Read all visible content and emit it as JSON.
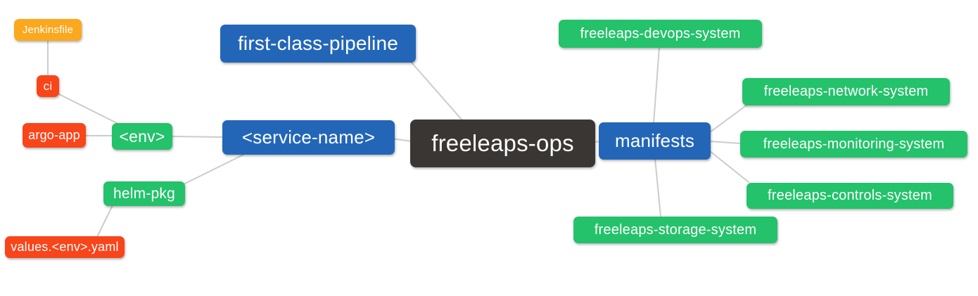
{
  "diagram": {
    "type": "mindmap",
    "root_label": "freeleaps-ops",
    "background_color": "#ffffff",
    "edge_color": "#cccccc",
    "palette": {
      "root_dark": "#3a3633",
      "branch_blue": "#2366b8",
      "leaf_green": "#24c26a",
      "leaf_red": "#f9451a",
      "leaf_orange": "#fba81e",
      "text": "#ffffff"
    },
    "nodes": [
      {
        "id": "jenkinsfile",
        "label": "Jenkinsfile",
        "color": "#fba81e"
      },
      {
        "id": "ci",
        "label": "ci",
        "color": "#f9451a"
      },
      {
        "id": "argo-app",
        "label": "argo-app",
        "color": "#f9451a"
      },
      {
        "id": "env",
        "label": "<env>",
        "color": "#24c26a"
      },
      {
        "id": "helm-pkg",
        "label": "helm-pkg",
        "color": "#24c26a"
      },
      {
        "id": "values-env-yaml",
        "label": "values.<env>.yaml",
        "color": "#f9451a"
      },
      {
        "id": "first-class-pipeline",
        "label": "first-class-pipeline",
        "color": "#2366b8"
      },
      {
        "id": "service-name",
        "label": "<service-name>",
        "color": "#2366b8"
      },
      {
        "id": "freeleaps-ops",
        "label": "freeleaps-ops",
        "color": "#3a3633"
      },
      {
        "id": "manifests",
        "label": "manifests",
        "color": "#2366b8"
      },
      {
        "id": "freeleaps-devops-system",
        "label": "freeleaps-devops-system",
        "color": "#24c26a"
      },
      {
        "id": "freeleaps-network-system",
        "label": "freeleaps-network-system",
        "color": "#24c26a"
      },
      {
        "id": "freeleaps-monitoring-system",
        "label": "freeleaps-monitoring-system",
        "color": "#24c26a"
      },
      {
        "id": "freeleaps-controls-system",
        "label": "freeleaps-controls-system",
        "color": "#24c26a"
      },
      {
        "id": "freeleaps-storage-system",
        "label": "freeleaps-storage-system",
        "color": "#24c26a"
      }
    ],
    "edges": [
      [
        "jenkinsfile",
        "ci"
      ],
      [
        "ci",
        "env"
      ],
      [
        "argo-app",
        "env"
      ],
      [
        "env",
        "service-name"
      ],
      [
        "helm-pkg",
        "service-name"
      ],
      [
        "values-env-yaml",
        "helm-pkg"
      ],
      [
        "first-class-pipeline",
        "freeleaps-ops"
      ],
      [
        "service-name",
        "freeleaps-ops"
      ],
      [
        "freeleaps-ops",
        "manifests"
      ],
      [
        "manifests",
        "freeleaps-devops-system"
      ],
      [
        "manifests",
        "freeleaps-network-system"
      ],
      [
        "manifests",
        "freeleaps-monitoring-system"
      ],
      [
        "manifests",
        "freeleaps-controls-system"
      ],
      [
        "manifests",
        "freeleaps-storage-system"
      ]
    ]
  }
}
